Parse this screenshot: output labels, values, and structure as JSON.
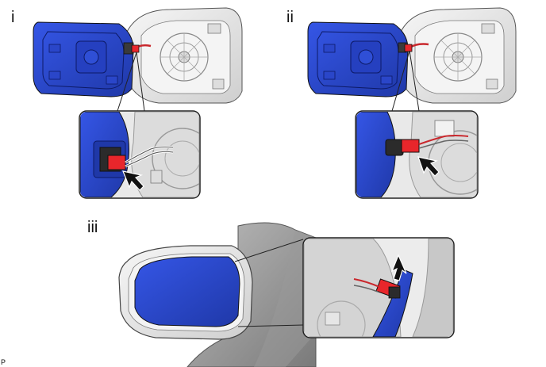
{
  "steps": [
    {
      "label": "i"
    },
    {
      "label": "ii"
    },
    {
      "label": "iii"
    }
  ],
  "figure_code": "P",
  "colors": {
    "mirror_blue": "#2f4fd6",
    "connector_red": "#e8262b",
    "housing_gray": "#ededed",
    "outline": "#222222"
  },
  "icons": [
    "arrow-icon",
    "arrow-icon",
    "arrow-icon"
  ]
}
